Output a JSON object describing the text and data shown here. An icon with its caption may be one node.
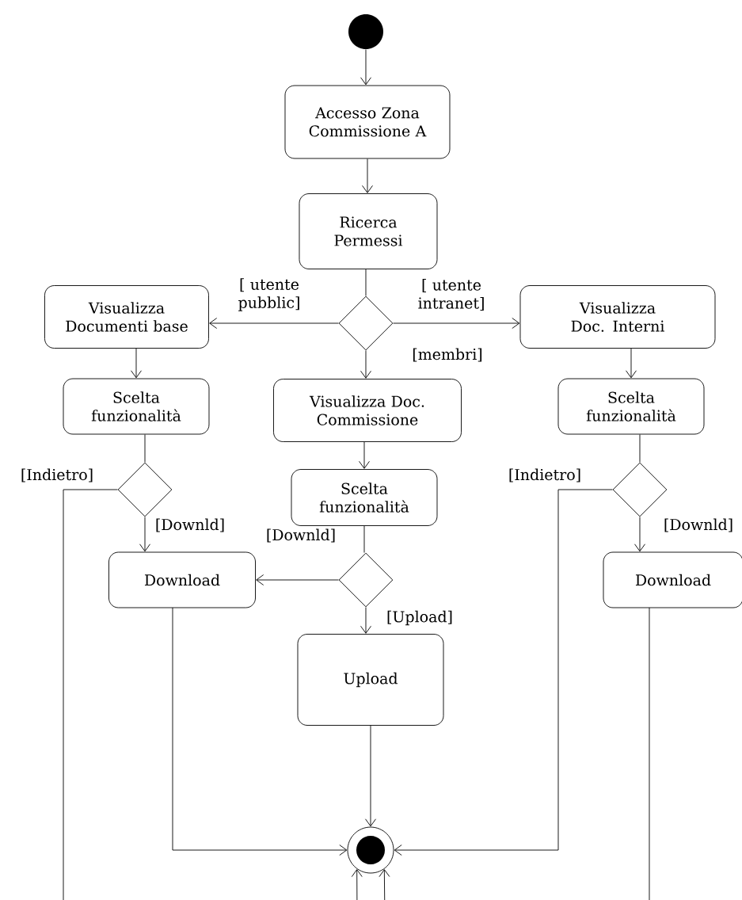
{
  "diagram": {
    "nodes": [
      {
        "text": [],
        "shape": "circle"
      },
      {
        "text": [
          "Accesso Zona Commissione A"
        ]
      },
      {
        "text": [
          "Ricerca Permessi"
        ]
      },
      {
        "text": [],
        "shape": "diamond"
      },
      {
        "text": [
          "Visualizza Documenti base"
        ]
      },
      {
        "text": [
          "Visualizza Doc. Interni"
        ]
      },
      {
        "text": [
          "Scelta funzionalità"
        ]
      },
      {
        "text": [
          "Visualizza Doc. Commissione"
        ]
      },
      {
        "text": [
          "Scelta funzionalità"
        ]
      },
      {
        "text": [],
        "shape": "diamond"
      },
      {
        "text": [
          "Scelta funzionalità"
        ]
      },
      {
        "text": [],
        "shape": "diamond"
      },
      {
        "text": [
          "Download"
        ]
      },
      {
        "text": [],
        "shape": "diamond"
      },
      {
        "text": [
          "Download"
        ]
      },
      {
        "text": [
          "Upload"
        ]
      },
      {
        "text": [],
        "shape": "circle"
      }
    ],
    "edges": [
      {
        "from": 0,
        "to": 1,
        "arrow": "to"
      },
      {
        "from": 1,
        "to": 2,
        "arrow": "to"
      },
      {
        "from": 2,
        "to": 3,
        "arrow": "none"
      },
      {
        "from": 3,
        "to": 4,
        "arrow": "to",
        "label": "[ utente pubblic]"
      },
      {
        "from": 3,
        "to": 5,
        "arrow": "to",
        "label": "[ utente intranet]"
      },
      {
        "from": 3,
        "to": 7,
        "arrow": "to",
        "label": "[membri]"
      },
      {
        "from": 4,
        "to": 6,
        "arrow": "to"
      },
      {
        "from": 5,
        "to": 8,
        "arrow": "to"
      },
      {
        "from": 6,
        "to": 9,
        "arrow": "none"
      },
      {
        "from": 7,
        "to": 10,
        "arrow": "to"
      },
      {
        "from": 8,
        "to": 11,
        "arrow": "none"
      },
      {
        "from": 9,
        "to": 12,
        "arrow": "to",
        "label": "[Downld]"
      },
      {
        "from": 9,
        "to": 16,
        "arrow": "to",
        "label": "[Indietro]"
      },
      {
        "from": 10,
        "to": 13,
        "arrow": "none"
      },
      {
        "from": 11,
        "to": 14,
        "arrow": "to",
        "label": "[Downld]"
      },
      {
        "from": 11,
        "to": 16,
        "arrow": "to",
        "label": "[Indietro]"
      },
      {
        "from": 13,
        "to": 12,
        "arrow": "to",
        "label": "[Downld]"
      },
      {
        "from": 13,
        "to": 15,
        "arrow": "to",
        "label": "[Upload]"
      },
      {
        "from": 12,
        "to": 16,
        "arrow": "to"
      },
      {
        "from": 15,
        "to": 16,
        "arrow": "to"
      },
      {
        "from": 14,
        "to": 16,
        "arrow": "to"
      }
    ]
  }
}
